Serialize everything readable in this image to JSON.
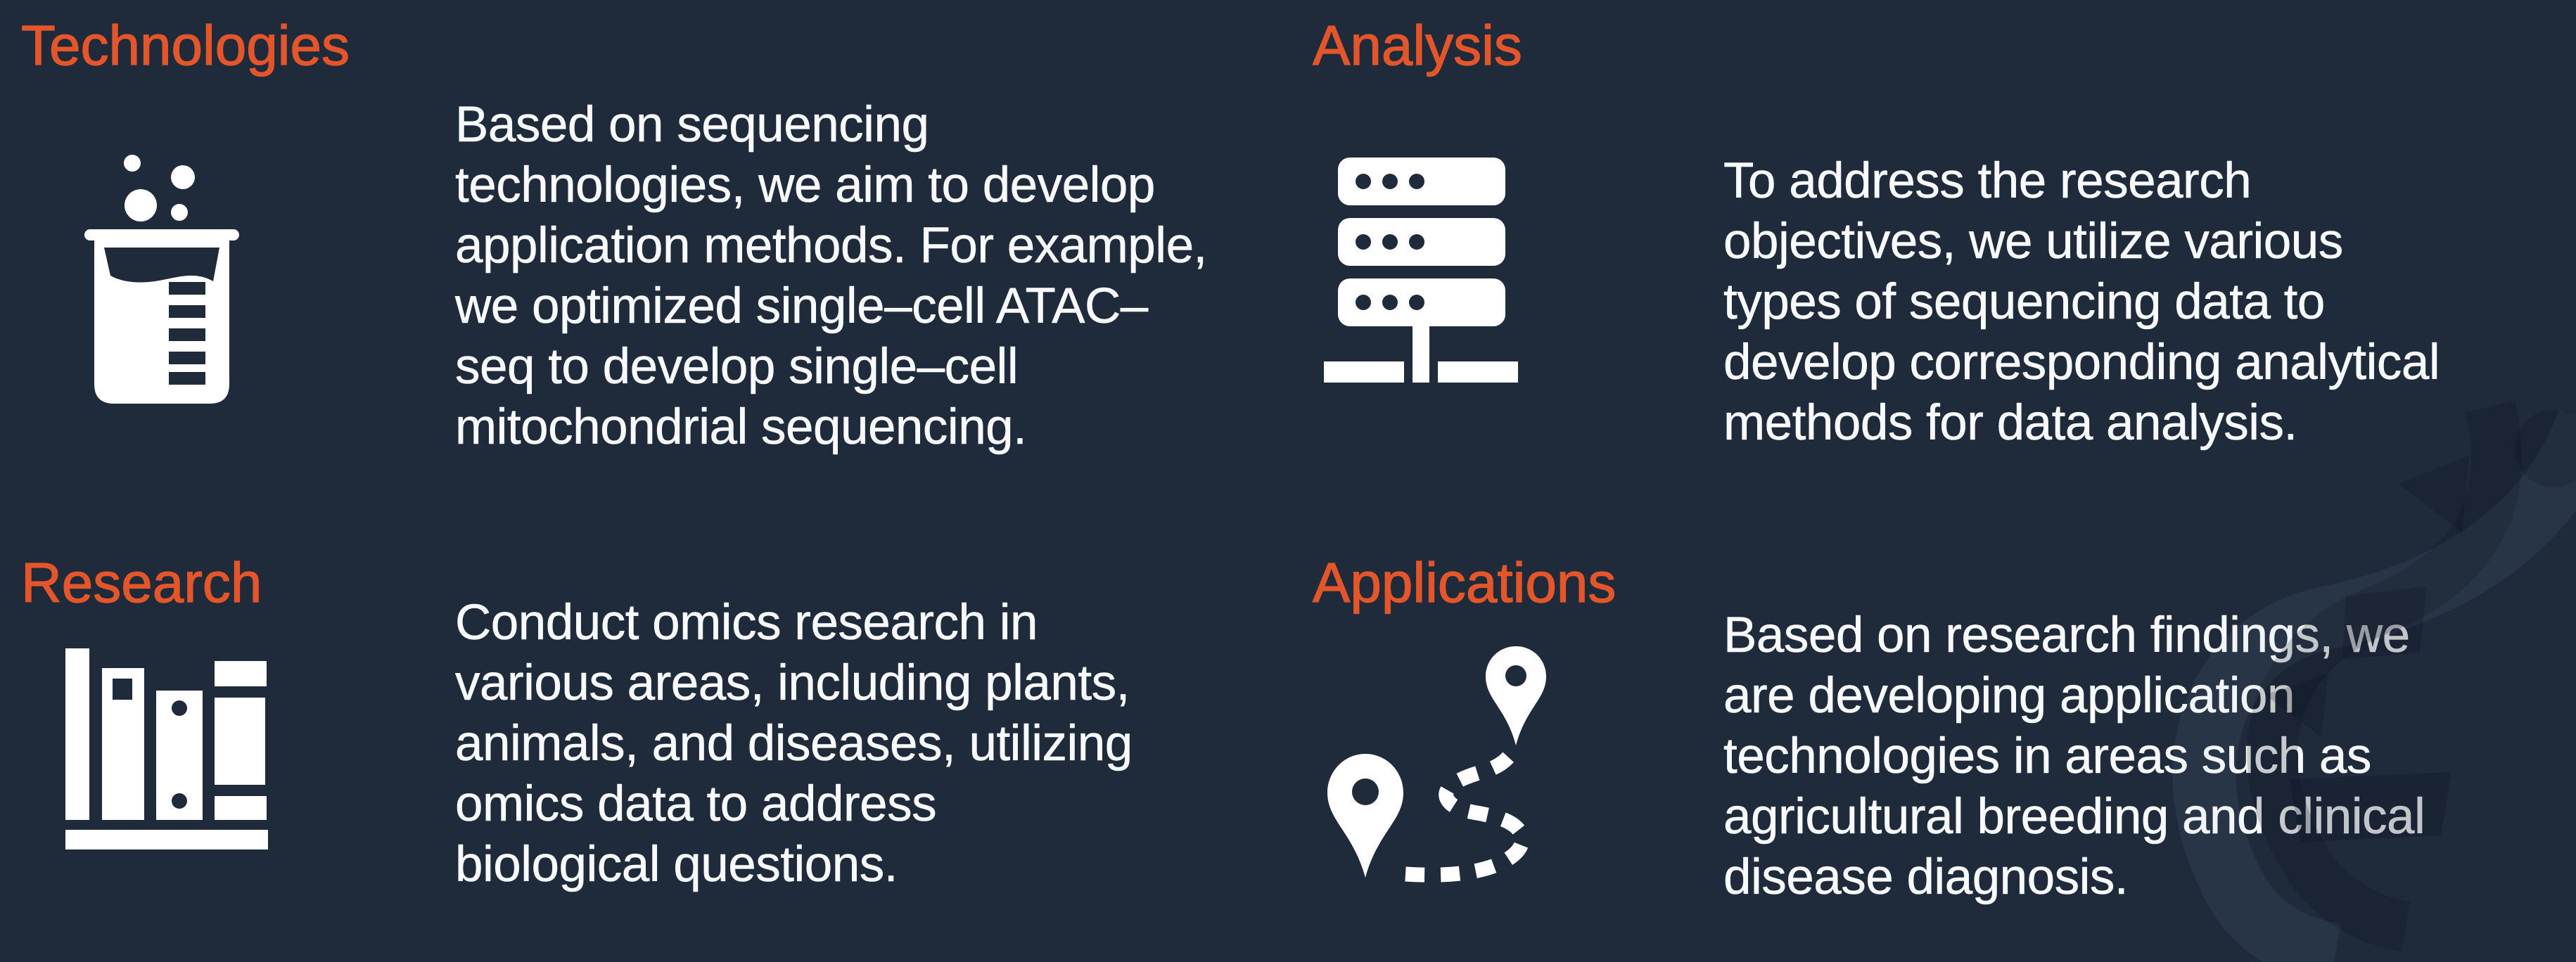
{
  "colors": {
    "background": "#1f2a3b",
    "accent": "#e4562a",
    "text_color": "#f7f9fb"
  },
  "sections": {
    "technologies": {
      "title": "Technologies",
      "icon": "beaker-icon",
      "text": "Based on sequencing\ntechnologies, we aim to develop\napplication methods. For example,\nwe optimized single–cell ATAC–\nseq to develop single–cell\nmitochondrial sequencing."
    },
    "analysis": {
      "title": "Analysis",
      "icon": "server-rack-icon",
      "text": "To address the research\nobjectives, we utilize various\ntypes of sequencing data to\ndevelop corresponding analytical\nmethods for data analysis."
    },
    "research": {
      "title": "Research",
      "icon": "bookshelf-icon",
      "text": "Conduct omics research in\nvarious areas, including plants,\nanimals, and diseases, utilizing\nomics data to address\nbiological questions."
    },
    "applications": {
      "title": "Applications",
      "icon": "route-map-icon",
      "text": "Based on research findings, we\nare developing application\ntechnologies in areas such as\nagricultural breeding and clinical\ndisease diagnosis."
    }
  },
  "watermark": "dna-helix-watermark"
}
